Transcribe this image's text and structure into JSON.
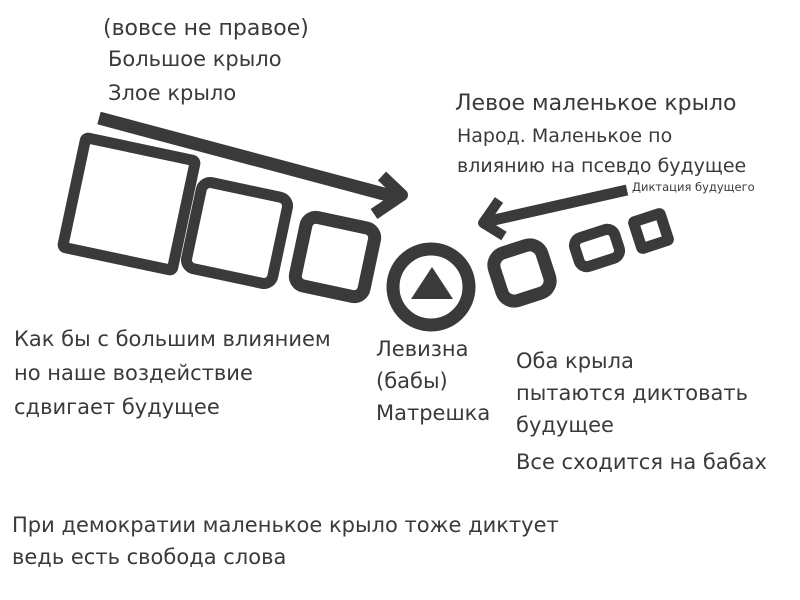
{
  "left_wing": {
    "note": "(вовсе не правое)",
    "title": "Большое крыло",
    "subtitle": "Злое крыло",
    "description": [
      "Как бы с большим влиянием",
      "но наше воздействие",
      "сдвигает будущее"
    ]
  },
  "right_wing": {
    "title": "Левое маленькое крыло",
    "description": [
      "Народ. Маленькое по",
      "влиянию на псевдо будущее"
    ],
    "small_note": "Диктация будущего"
  },
  "center": {
    "lines": [
      "Левизна",
      "(бабы)",
      "Матрешка"
    ]
  },
  "right_bottom": {
    "lines": [
      "Оба крыла",
      "пытаются диктовать",
      "будущее"
    ],
    "summary": "Все сходится на бабах"
  },
  "footer": {
    "lines": [
      "При демократии маленькое крыло тоже диктует",
      "ведь есть свобода слова"
    ]
  },
  "colors": {
    "stroke": "#3a3a3a",
    "text": "#3a3a3a",
    "background": "#ffffff"
  },
  "icons": {
    "center_symbol": "triangle-in-circle-icon",
    "arrows": "arrow-right-icon"
  }
}
